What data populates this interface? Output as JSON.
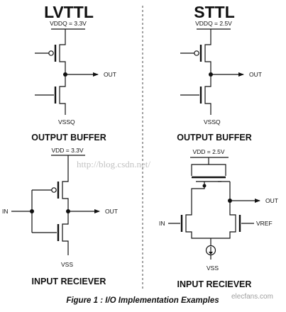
{
  "lvttl": {
    "title": "LVTTL",
    "output_buffer": {
      "supply": "VDDQ = 3.3V",
      "out": "OUT",
      "ground": "VSSQ",
      "label": "OUTPUT BUFFER"
    },
    "input_receiver": {
      "supply": "VDD = 3.3V",
      "in": "IN",
      "out": "OUT",
      "ground": "VSS",
      "label": "INPUT RECIEVER"
    }
  },
  "sttl": {
    "title": "STTL",
    "output_buffer": {
      "supply": "VDDQ = 2.5V",
      "out": "OUT",
      "ground": "VSSQ",
      "label": "OUTPUT BUFFER"
    },
    "input_receiver": {
      "supply": "VDD = 2.5V",
      "in": "IN",
      "vref": "VREF",
      "out": "OUT",
      "ground": "VSS",
      "label": "INPUT RECIEVER"
    }
  },
  "caption": "Figure 1 : I/O Implementation Examples",
  "watermarks": {
    "url": "http://blog.csdn.net/",
    "site": "elecfans.com"
  },
  "colors": {
    "line": "#111111",
    "watermark": "#c2c2c2",
    "background": "#ffffff"
  }
}
